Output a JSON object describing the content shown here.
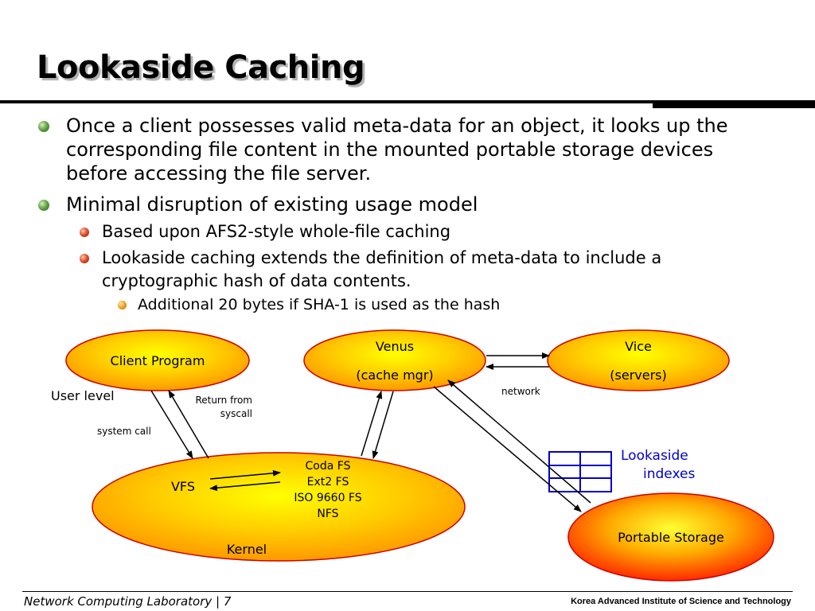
{
  "slide": {
    "title": "Lookaside Caching",
    "bullets": [
      {
        "level": 1,
        "lines": [
          "Once a client possesses valid meta-data for an object, it looks up the",
          "corresponding file content in the mounted portable storage devices",
          "before accessing the file server."
        ]
      },
      {
        "level": 1,
        "lines": [
          "Minimal disruption of existing usage model"
        ]
      },
      {
        "level": 2,
        "lines": [
          "Based upon AFS2-style whole-file caching"
        ]
      },
      {
        "level": 2,
        "lines": [
          "Lookaside caching extends the definition of meta-data to include a",
          "cryptographic hash of data contents."
        ]
      },
      {
        "level": 3,
        "lines": [
          "Additional 20 bytes if SHA-1 is used as the hash"
        ]
      }
    ]
  },
  "diagram": {
    "client_program": "Client Program",
    "venus_line1": "Venus",
    "venus_line2": "(cache mgr)",
    "vice_line1": "Vice",
    "vice_line2": "(servers)",
    "user_level": "User level",
    "return_line1": "Return from",
    "return_line2": "syscall",
    "system_call": "system call",
    "network": "network",
    "vfs": "VFS",
    "fs_list": [
      "Coda FS",
      "Ext2 FS",
      "ISO 9660 FS",
      "NFS"
    ],
    "kernel": "Kernel",
    "lookaside_line1": "Lookaside",
    "lookaside_line2": "indexes",
    "portable_storage": "Portable Storage"
  },
  "footer": {
    "left": "Network Computing Laboratory | 7",
    "right": "Korea Advanced Institute of Science and Technology"
  },
  "colors": {
    "ellipse_fill_center": "#ffff00",
    "ellipse_fill_edge": "#ff9900",
    "ellipse_stroke": "#cc0000",
    "index_grid": "#0000cc",
    "lookaside_text": "#0000cc"
  }
}
